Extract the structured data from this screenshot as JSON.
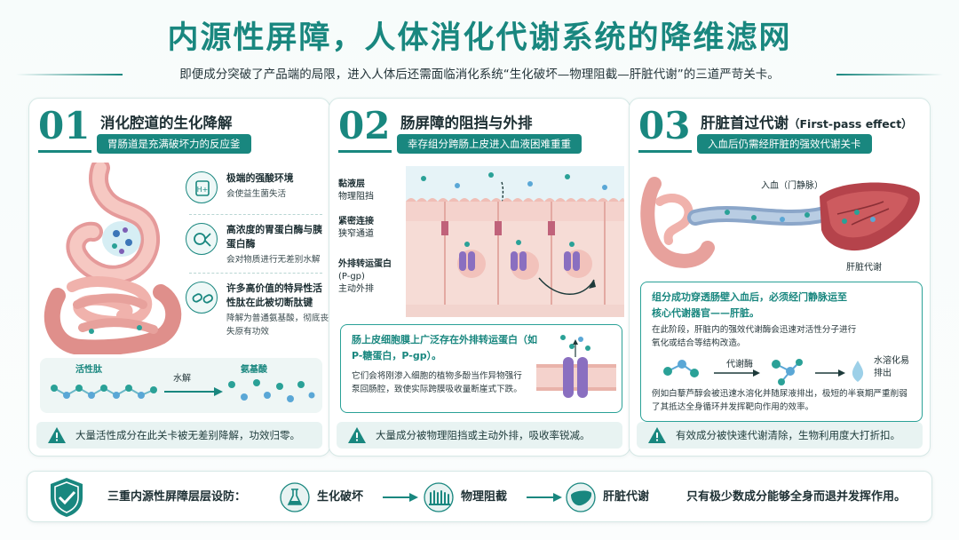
{
  "title": "内源性屏障，人体消化代谢系统的降维滤网",
  "subtitle": "即便成分突破了产品端的局限，进入人体后还需面临消化系统“生化破坏—物理阻截—肝脏代谢”的三道严苛关卡。",
  "accent_color": "#19877f",
  "card1": {
    "number": "01",
    "title": "消化腔道的生化降解",
    "pill": "胃肠道是充满破坏力的反应釜",
    "features": [
      {
        "icon": "acid-icon",
        "title": "极端的强酸环境",
        "desc": "会使益生菌失活"
      },
      {
        "icon": "enzyme-icon",
        "title": "高浓度的胃蛋白酶与胰蛋白酶",
        "desc": "会对物质进行无差别水解"
      },
      {
        "icon": "broken-chain-icon",
        "title": "许多高价值的特异性活性肽在此被切断肽键",
        "desc": "降解为普通氨基酸，彻底丧失原有功效"
      }
    ],
    "flow": {
      "from": "活性肽",
      "process": "水解",
      "to": "氨基酸"
    },
    "warning": "大量活性成分在此关卡被无差别降解，功效归零。"
  },
  "card2": {
    "number": "02",
    "title": "肠屏障的阻挡与外排",
    "pill": "幸存组分跨肠上皮进入血液困难重重",
    "labels": [
      {
        "title": "黏液层",
        "desc": "物理阻挡"
      },
      {
        "title": "紧密连接",
        "desc": "狭窄通道"
      },
      {
        "title": "外排转运蛋白",
        "title2": "(P-gp)",
        "desc": "主动外排"
      }
    ],
    "info_title": "肠上皮细胞膜上广泛存在外排转运蛋白（如P-糖蛋白，P-gp）。",
    "info_body": "它们会将刚渗入细胞的植物多酚当作异物强行泵回肠腔，致使实际跨膜吸收量断崖式下跌。",
    "warning": "大量成分被物理阻挡或主动外排，吸收率锐减。"
  },
  "card3": {
    "number": "03",
    "title": "肝脏首过代谢",
    "title_en": "（First-pass effect）",
    "pill": "入血后仍需经肝脏的强效代谢关卡",
    "portal_label": "入血（门静脉）",
    "liver_label": "肝脏代谢",
    "info_title": "组分成功穿透肠壁入血后，必须经门静脉运至核心代谢器官——肝脏。",
    "info_body": "在此阶段，肝脏内的强效代谢酶会迅速对活性分子进行氧化或结合等结构改造。",
    "enzyme_label": "代谢酶",
    "result_label": "水溶化易排出",
    "example": "例如白藜芦醇会被迅速水溶化并随尿液排出，极短的半衰期严重削弱了其抵达全身循环并发挥靶向作用的效率。",
    "warning": "有效成分被快速代谢清除，生物利用度大打折扣。"
  },
  "footer": {
    "lead": "三重内源性屏障层层设防：",
    "stages": [
      "生化破坏",
      "物理阻截",
      "肝脏代谢"
    ],
    "conclusion": "只有极少数成分能够全身而退并发挥作用。"
  }
}
